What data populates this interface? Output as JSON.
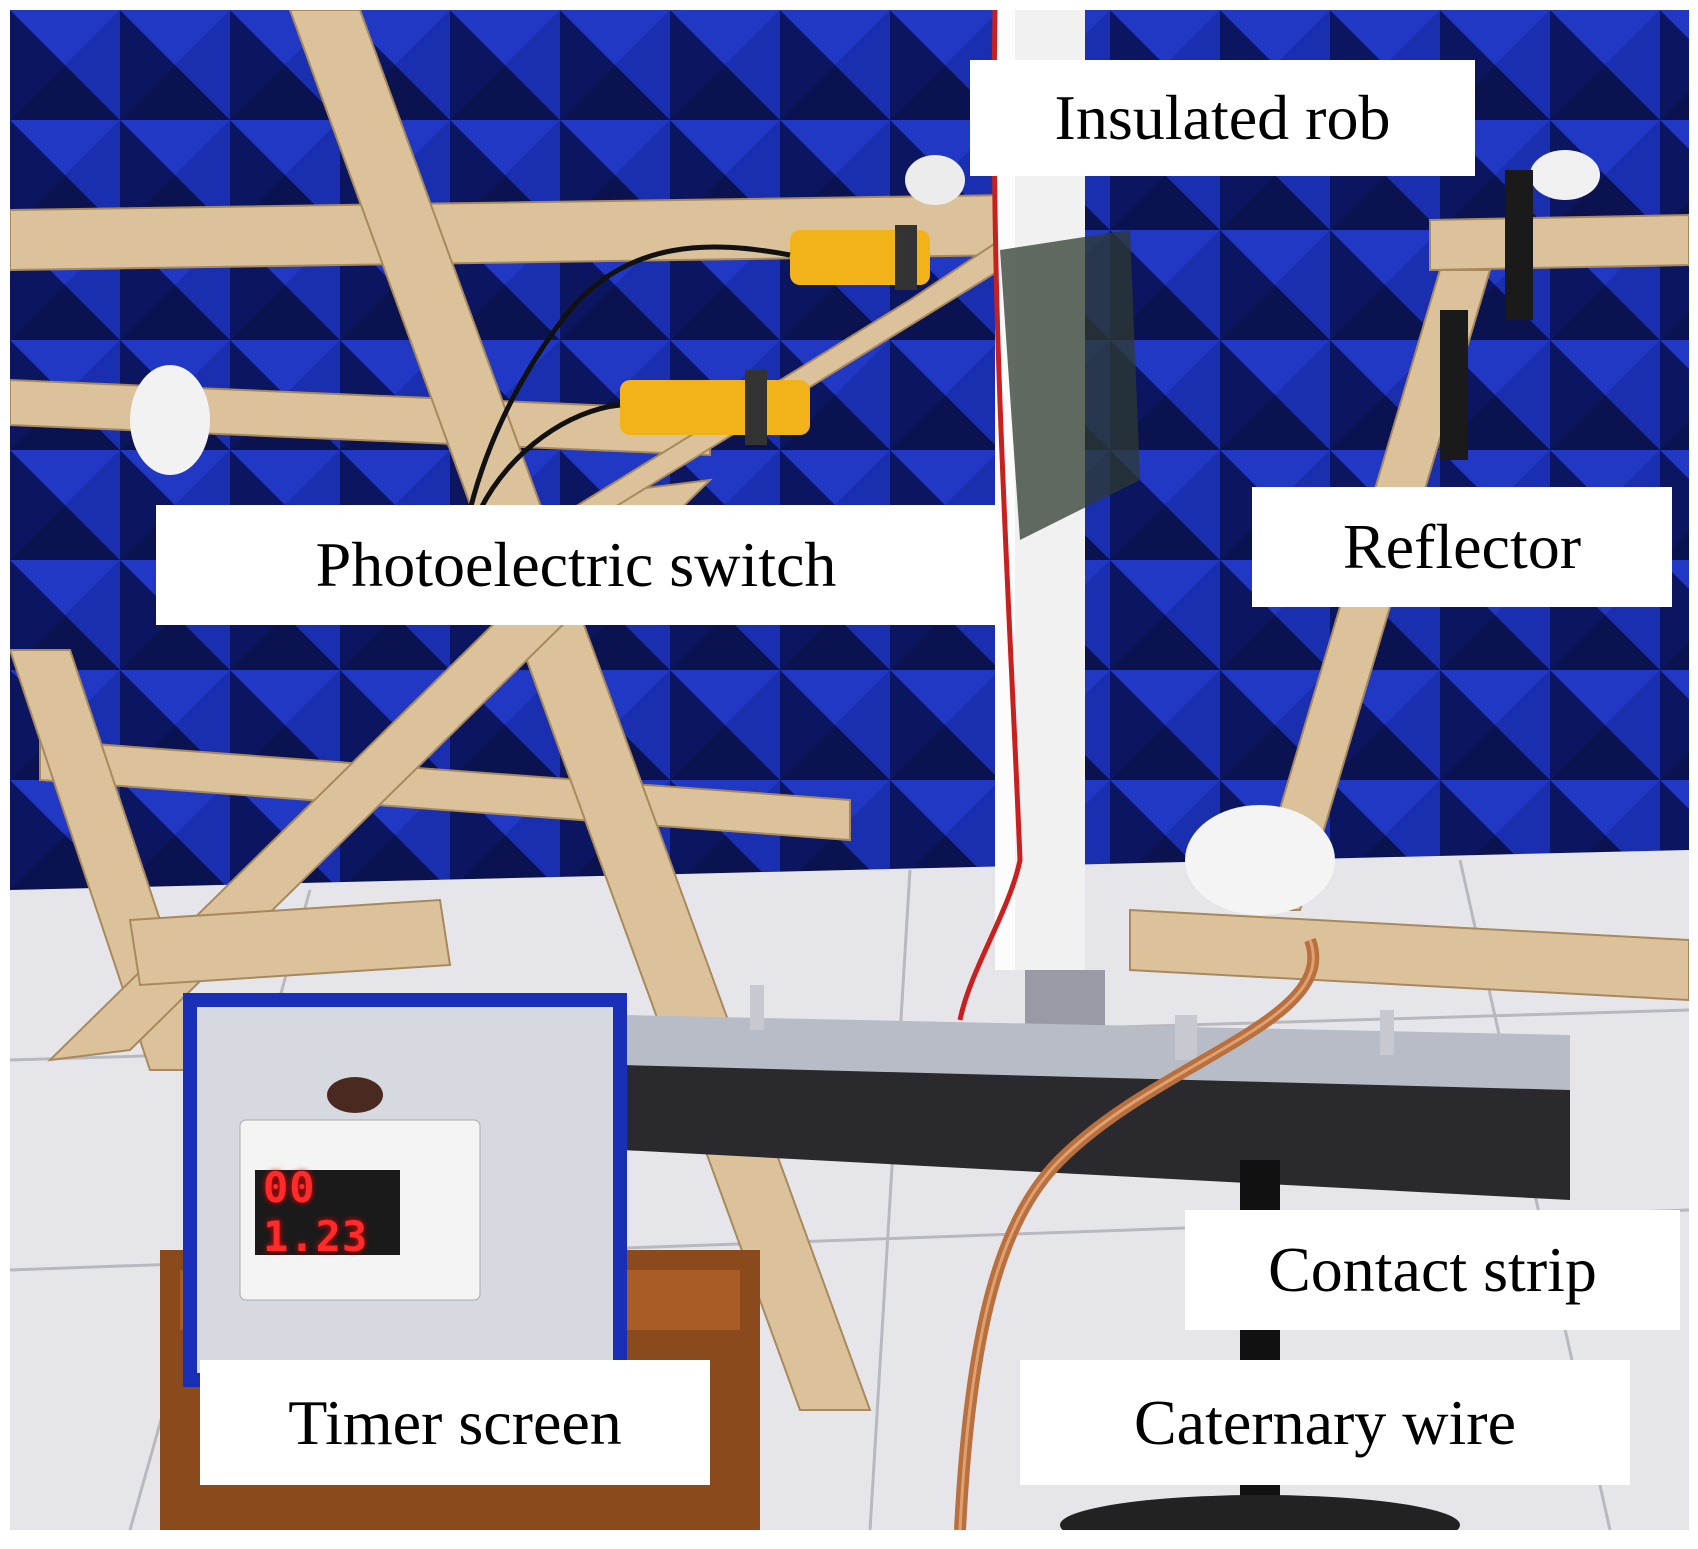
{
  "labels": {
    "insulated_rod": "Insulated rob",
    "photoelectric_switch": "Photoelectric switch",
    "reflector": "Reflector",
    "contact_strip": "Contact strip",
    "timer_screen": "Timer screen",
    "catenary_wire": "Caternary wire"
  },
  "timer": {
    "display": "00 1.23"
  },
  "colors": {
    "absorber_blue": "#1a2fb8",
    "wood": "#dcc29a",
    "sensor_yellow": "#f2b21a",
    "copper": "#b8703e",
    "timer_digits": "#ff2a2a"
  }
}
